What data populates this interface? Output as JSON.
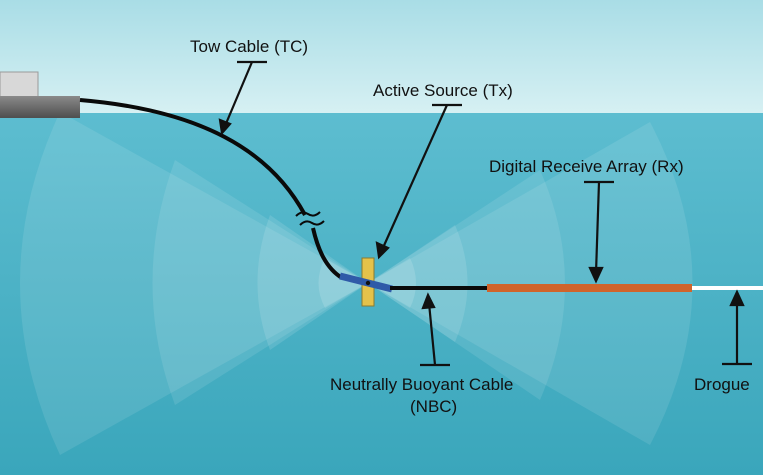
{
  "colors": {
    "sky_top": "#a9dde6",
    "sky_bottom": "#d6f0f3",
    "water_top": "#5dbdd0",
    "water_bottom": "#3aa6bb",
    "beam": "#ffffff",
    "cable": "#0a0a0a",
    "source": "#e5c24a",
    "source_bar": "#2f5aa8",
    "array": "#d0642b",
    "drogue": "#ffffff",
    "ship_hull": "#6e6e6e",
    "ship_cabin": "#d8d8d8"
  },
  "labels": {
    "tow_cable": "Tow Cable (TC)",
    "active_source": "Active Source (Tx)",
    "receive_array": "Digital Receive Array (Rx)",
    "nbc_line1": "Neutrally Buoyant Cable",
    "nbc_line2": "(NBC)",
    "drogue": "Drogue"
  }
}
